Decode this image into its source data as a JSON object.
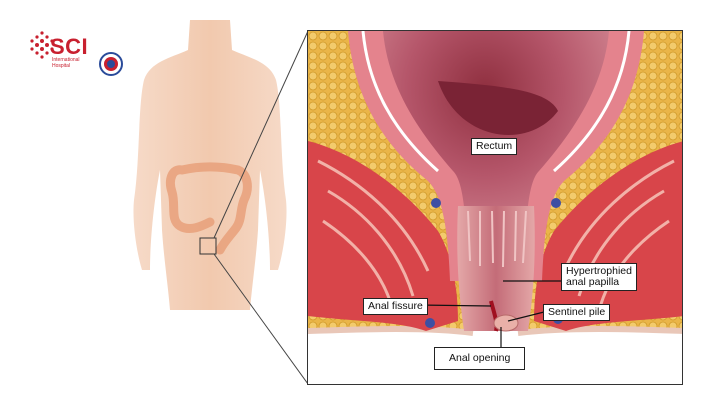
{
  "logo": {
    "name": "SCI",
    "subtitle_line1": "International",
    "subtitle_line2": "Hospital"
  },
  "labels": {
    "rectum": "Rectum",
    "papilla_line1": "Hypertrophied",
    "papilla_line2": "anal papilla",
    "fissure": "Anal fissure",
    "sentinel": "Sentinel pile",
    "opening": "Anal opening"
  },
  "colors": {
    "logo_red": "#c8202f",
    "skin": "#f2c9ae",
    "muscle": "#d63a3f",
    "fat": "#e9b33b",
    "mucosa": "#b64a5c"
  }
}
